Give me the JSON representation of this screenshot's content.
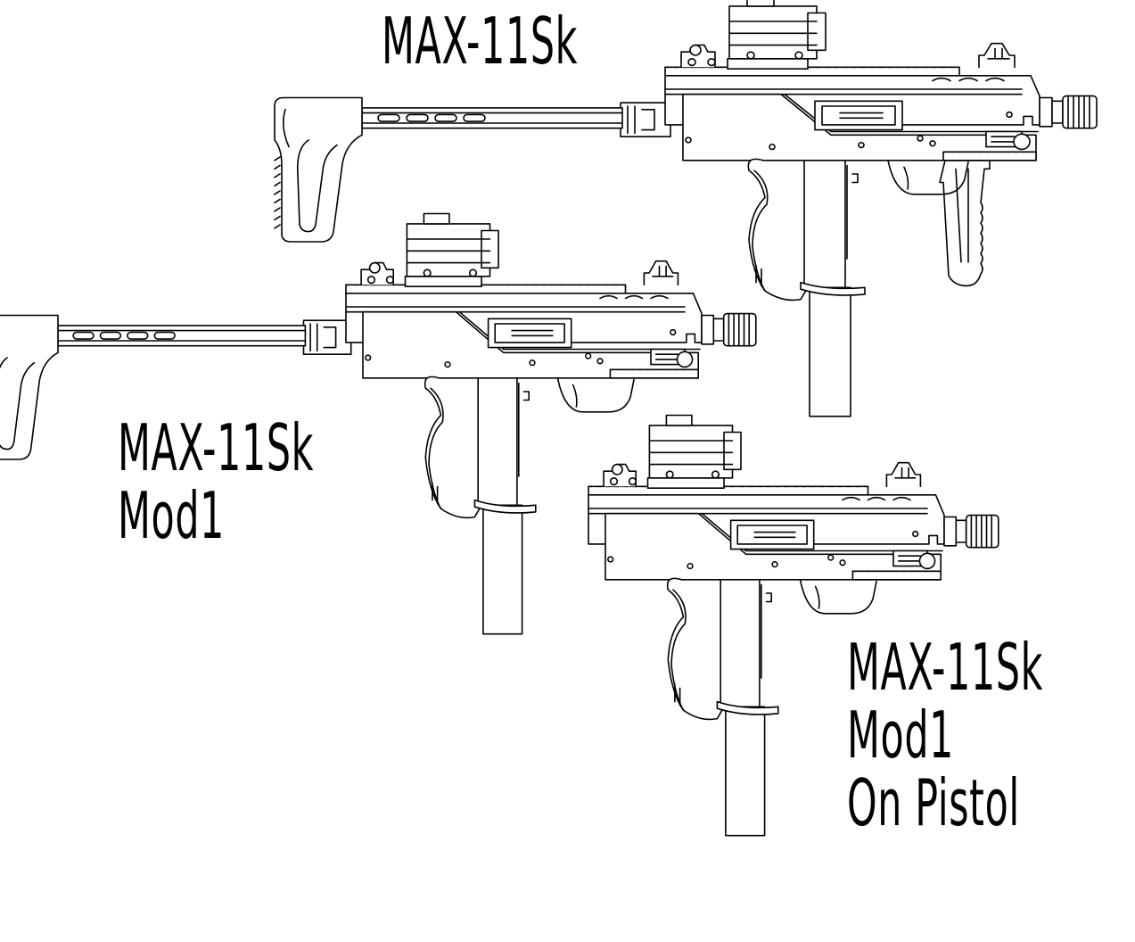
{
  "labels": {
    "top": {
      "line1": "MAX-11Sk"
    },
    "middle": {
      "line1": "MAX-11Sk",
      "line2": "Mod1"
    },
    "bottom": {
      "line1": "MAX-11Sk",
      "line2": "Mod1",
      "line3": "On Pistol"
    }
  },
  "colors": {
    "line": "#000000",
    "background": "#ffffff"
  }
}
